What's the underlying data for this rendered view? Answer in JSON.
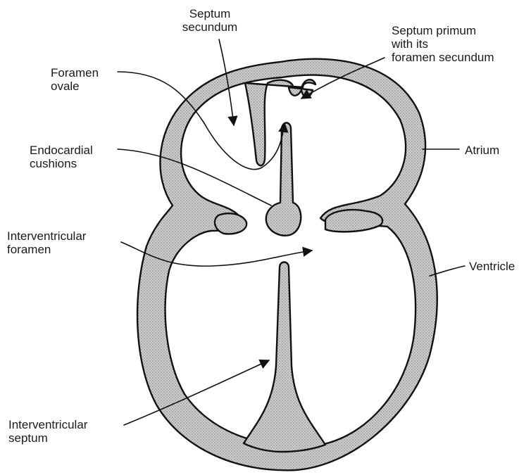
{
  "diagram": {
    "labels": {
      "septum_secundum": [
        "Septum",
        "secundum"
      ],
      "septum_primum": [
        "Septum primum",
        "with its",
        "foramen secundum"
      ],
      "foramen_ovale": [
        "Foramen",
        "ovale"
      ],
      "endocardial_cushions": [
        "Endocardial",
        "cushions"
      ],
      "interventricular_foramen": [
        "Interventricular",
        "foramen"
      ],
      "interventricular_septum": [
        "Interventricular",
        "septum"
      ],
      "atrium": [
        "Atrium"
      ],
      "ventricle": [
        "Ventricle"
      ]
    },
    "colors": {
      "outline": "#111111",
      "tissue_fill": "#c8c8c8",
      "cavity_fill": "#ffffff"
    }
  }
}
